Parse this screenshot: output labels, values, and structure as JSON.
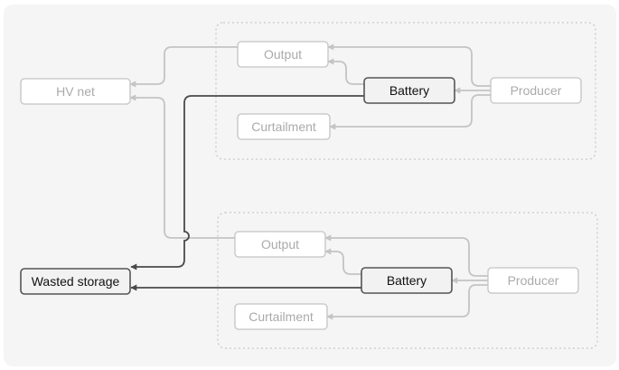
{
  "nodes": {
    "hv_net": "HV net",
    "wasted_storage": "Wasted storage",
    "group1": {
      "output": "Output",
      "battery": "Battery",
      "producer": "Producer",
      "curtailment": "Curtailment"
    },
    "group2": {
      "output": "Output",
      "battery": "Battery",
      "producer": "Producer",
      "curtailment": "Curtailment"
    }
  },
  "colors": {
    "inactive_edge": "#c4c4c4",
    "active_edge": "#4a4a4a",
    "panel_background": "#f5f5f5"
  }
}
